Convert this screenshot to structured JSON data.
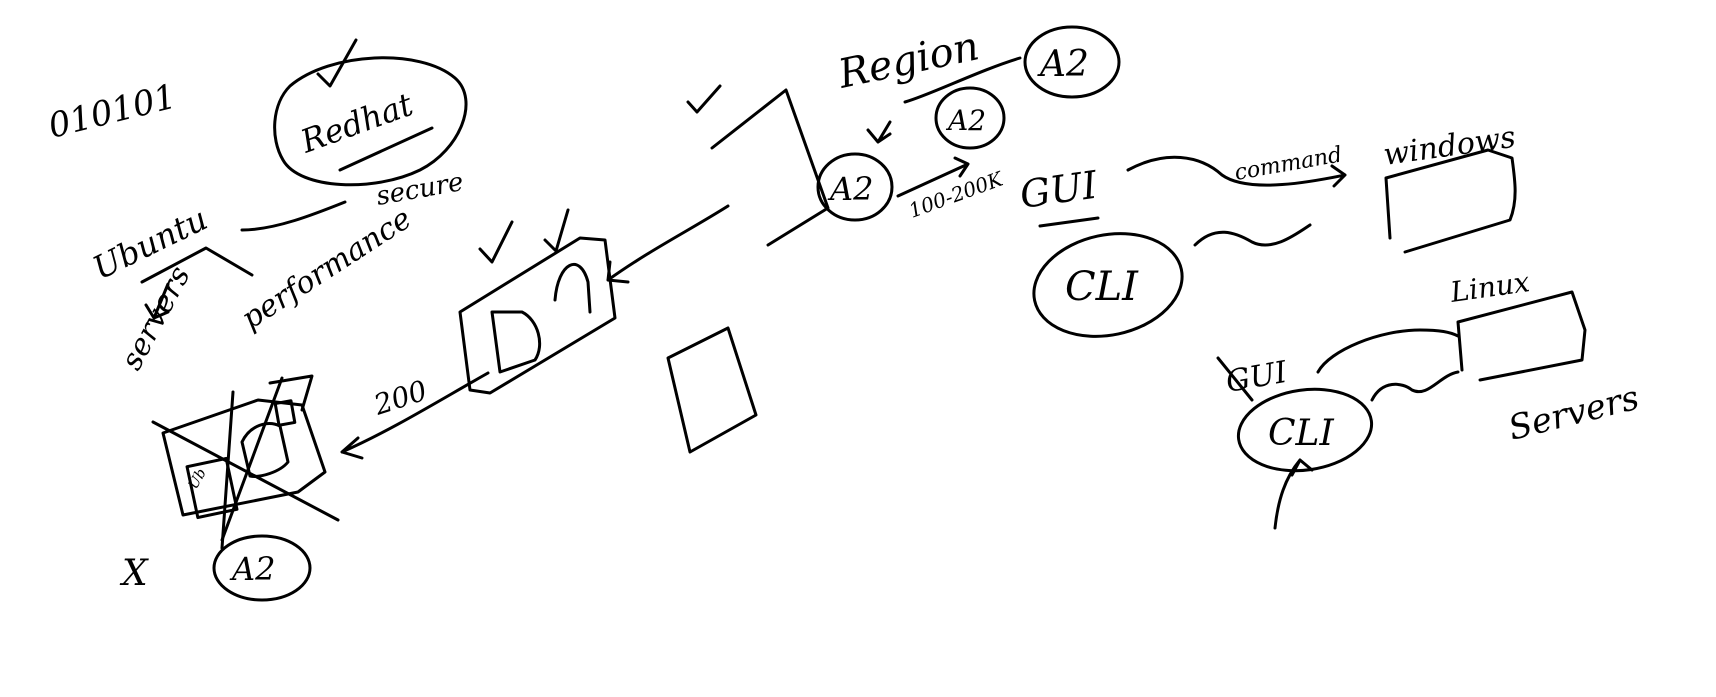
{
  "whiteboard": {
    "background_color": "#ffffff",
    "ink_color": "#000000",
    "labels": {
      "binary": "010101",
      "redhat": "Redhat",
      "secure": "secure",
      "ubuntu": "Ubuntu",
      "performance": "performance",
      "servers_left": "servers",
      "bandwidth_200": "200",
      "x_mark": "X",
      "az_bottom": "A2",
      "region": "Region",
      "az_top_right": "A2",
      "az_mid": "A2",
      "az_center": "A2",
      "latency": "100-200K",
      "gui_top": "GUI",
      "command": "command",
      "windows": "windows",
      "cli_top": "CLI",
      "linux": "Linux",
      "gui_crossed": "GUI",
      "cli_bottom": "CLI",
      "servers_right": "Servers"
    }
  }
}
